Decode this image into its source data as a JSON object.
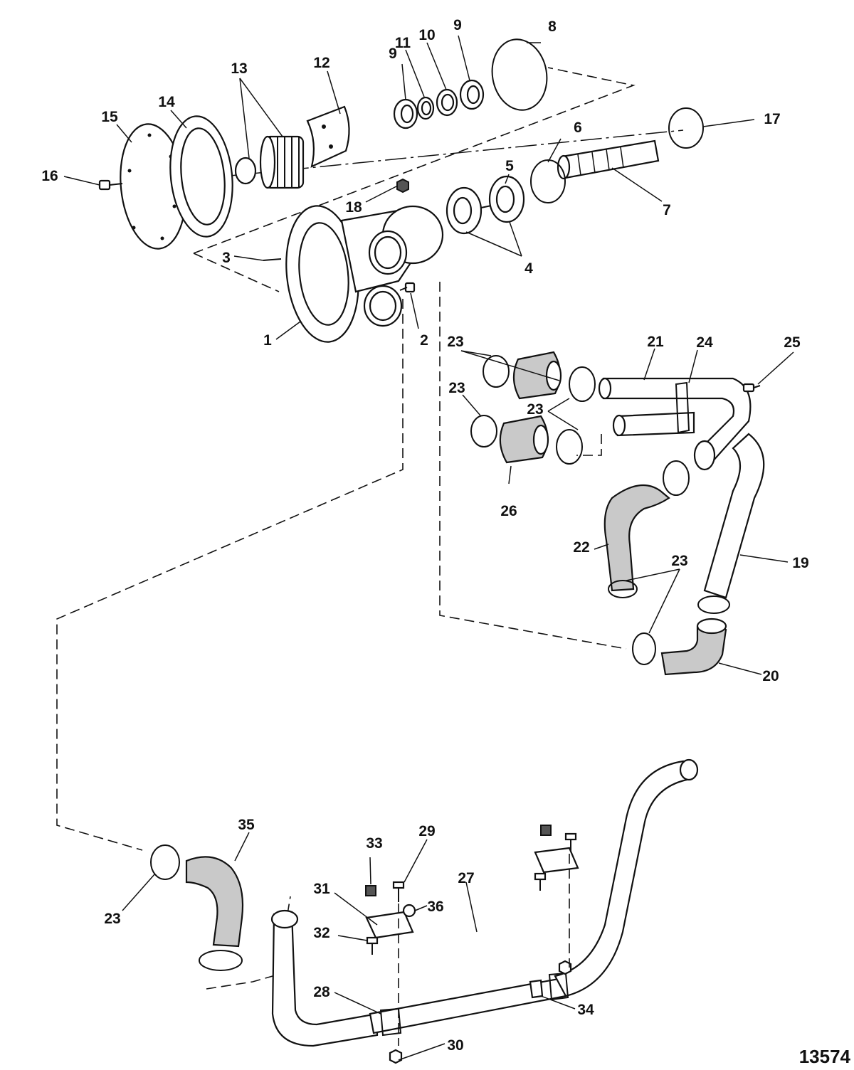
{
  "diagram": {
    "figure_number": "13574",
    "callouts": [
      {
        "id": "c1",
        "label": "1"
      },
      {
        "id": "c2",
        "label": "2"
      },
      {
        "id": "c3",
        "label": "3"
      },
      {
        "id": "c4",
        "label": "4"
      },
      {
        "id": "c5",
        "label": "5"
      },
      {
        "id": "c6",
        "label": "6"
      },
      {
        "id": "c7",
        "label": "7"
      },
      {
        "id": "c8",
        "label": "8"
      },
      {
        "id": "c9a",
        "label": "9"
      },
      {
        "id": "c9b",
        "label": "9"
      },
      {
        "id": "c10",
        "label": "10"
      },
      {
        "id": "c11",
        "label": "11"
      },
      {
        "id": "c12",
        "label": "12"
      },
      {
        "id": "c13",
        "label": "13"
      },
      {
        "id": "c14",
        "label": "14"
      },
      {
        "id": "c15",
        "label": "15"
      },
      {
        "id": "c16",
        "label": "16"
      },
      {
        "id": "c17",
        "label": "17"
      },
      {
        "id": "c18",
        "label": "18"
      },
      {
        "id": "c19",
        "label": "19"
      },
      {
        "id": "c20",
        "label": "20"
      },
      {
        "id": "c21",
        "label": "21"
      },
      {
        "id": "c22",
        "label": "22"
      },
      {
        "id": "c23a",
        "label": "23"
      },
      {
        "id": "c23b",
        "label": "23"
      },
      {
        "id": "c23c",
        "label": "23"
      },
      {
        "id": "c23d",
        "label": "23"
      },
      {
        "id": "c23e",
        "label": "23"
      },
      {
        "id": "c24",
        "label": "24"
      },
      {
        "id": "c25",
        "label": "25"
      },
      {
        "id": "c26",
        "label": "26"
      },
      {
        "id": "c27",
        "label": "27"
      },
      {
        "id": "c28",
        "label": "28"
      },
      {
        "id": "c29",
        "label": "29"
      },
      {
        "id": "c30",
        "label": "30"
      },
      {
        "id": "c31",
        "label": "31"
      },
      {
        "id": "c32",
        "label": "32"
      },
      {
        "id": "c33",
        "label": "33"
      },
      {
        "id": "c34",
        "label": "34"
      },
      {
        "id": "c35",
        "label": "35"
      },
      {
        "id": "c36",
        "label": "36"
      }
    ]
  }
}
